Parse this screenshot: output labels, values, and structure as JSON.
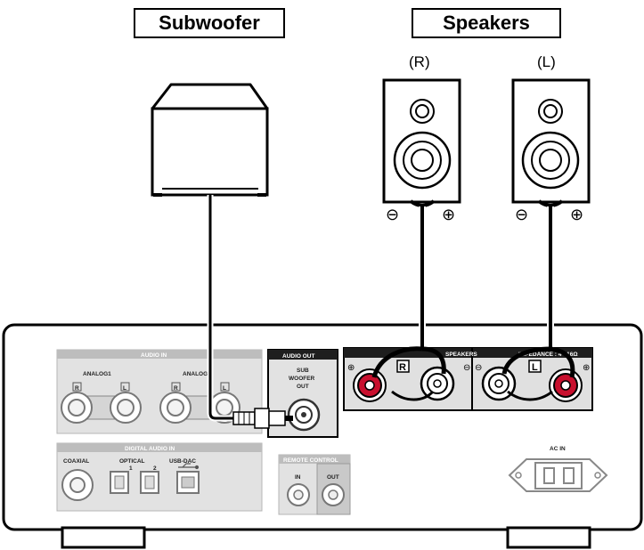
{
  "titles": {
    "subwoofer": "Subwoofer",
    "speakers": "Speakers"
  },
  "speaker_channels": {
    "right": "(R)",
    "left": "(L)"
  },
  "polarity": {
    "minus": "⊖",
    "plus": "⊕"
  },
  "panel": {
    "audio_in": "AUDIO IN",
    "analog1": "ANALOG1",
    "analog2": "ANALOG2",
    "jack_r": "R",
    "jack_l": "L",
    "audio_out": "AUDIO OUT",
    "sub_woofer_out_line1": "SUB",
    "sub_woofer_out_line2": "WOOFER",
    "sub_woofer_out_line3": "OUT",
    "speakers_terminal": "SPEAKERS",
    "impedance": "IMPEDANCE : 4 - 16Ω",
    "terminal_r": "R",
    "terminal_l": "L",
    "digital_audio_in": "DIGITAL AUDIO IN",
    "coaxial": "COAXIAL",
    "optical": "OPTICAL",
    "optical_1": "1",
    "optical_2": "2",
    "usb_dac": "USB-DAC",
    "remote_control": "REMOTE CONTROL",
    "remote_in": "IN",
    "remote_out": "OUT",
    "ac_in": "AC IN"
  }
}
